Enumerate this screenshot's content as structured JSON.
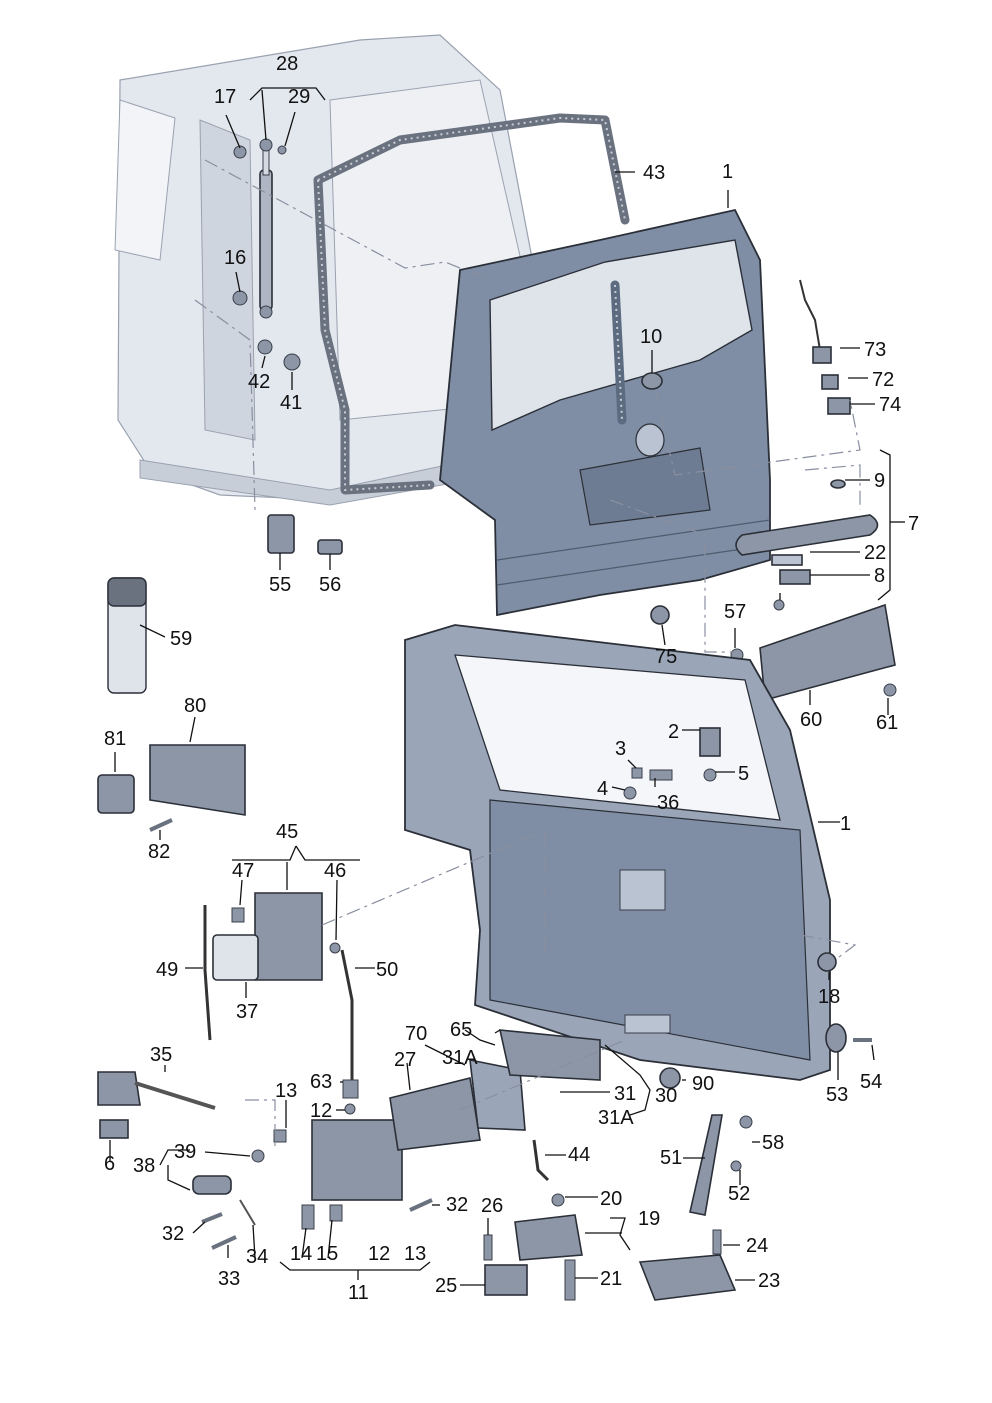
{
  "diagram": {
    "labels": {
      "p1a": "1",
      "p1b": "1",
      "p2": "2",
      "p3": "3",
      "p4": "4",
      "p5": "5",
      "p6": "6",
      "p7": "7",
      "p8": "8",
      "p9": "9",
      "p10": "10",
      "p11": "11",
      "p12a": "12",
      "p12b": "12",
      "p13a": "13",
      "p13b": "13",
      "p14": "14",
      "p15": "15",
      "p16": "16",
      "p17": "17",
      "p18": "18",
      "p19": "19",
      "p20": "20",
      "p21": "21",
      "p22": "22",
      "p23": "23",
      "p24": "24",
      "p25": "25",
      "p26": "26",
      "p27": "27",
      "p28": "28",
      "p29": "29",
      "p30": "30",
      "p31": "31",
      "p31Aa": "31A",
      "p31Ab": "31A",
      "p32a": "32",
      "p32b": "32",
      "p33": "33",
      "p34": "34",
      "p35": "35",
      "p36": "36",
      "p37": "37",
      "p38": "38",
      "p39": "39",
      "p41": "41",
      "p42": "42",
      "p43": "43",
      "p44": "44",
      "p45": "45",
      "p46": "46",
      "p47": "47",
      "p49": "49",
      "p50": "50",
      "p51": "51",
      "p52": "52",
      "p53": "53",
      "p54": "54",
      "p55": "55",
      "p56": "56",
      "p57": "57",
      "p58": "58",
      "p59": "59",
      "p60": "60",
      "p61": "61",
      "p63": "63",
      "p65": "65",
      "p70": "70",
      "p72": "72",
      "p73": "73",
      "p74": "74",
      "p75": "75",
      "p80": "80",
      "p81": "81",
      "p82": "82",
      "p90": "90"
    },
    "colors": {
      "panel": "#7f8ea4",
      "panel_dark": "#5d6b80",
      "panel_light": "#b9c3d2",
      "vehicle": "#dde2ea",
      "seal": "#6a7280",
      "parts": "#8c96a6",
      "leader": "#111111"
    }
  }
}
